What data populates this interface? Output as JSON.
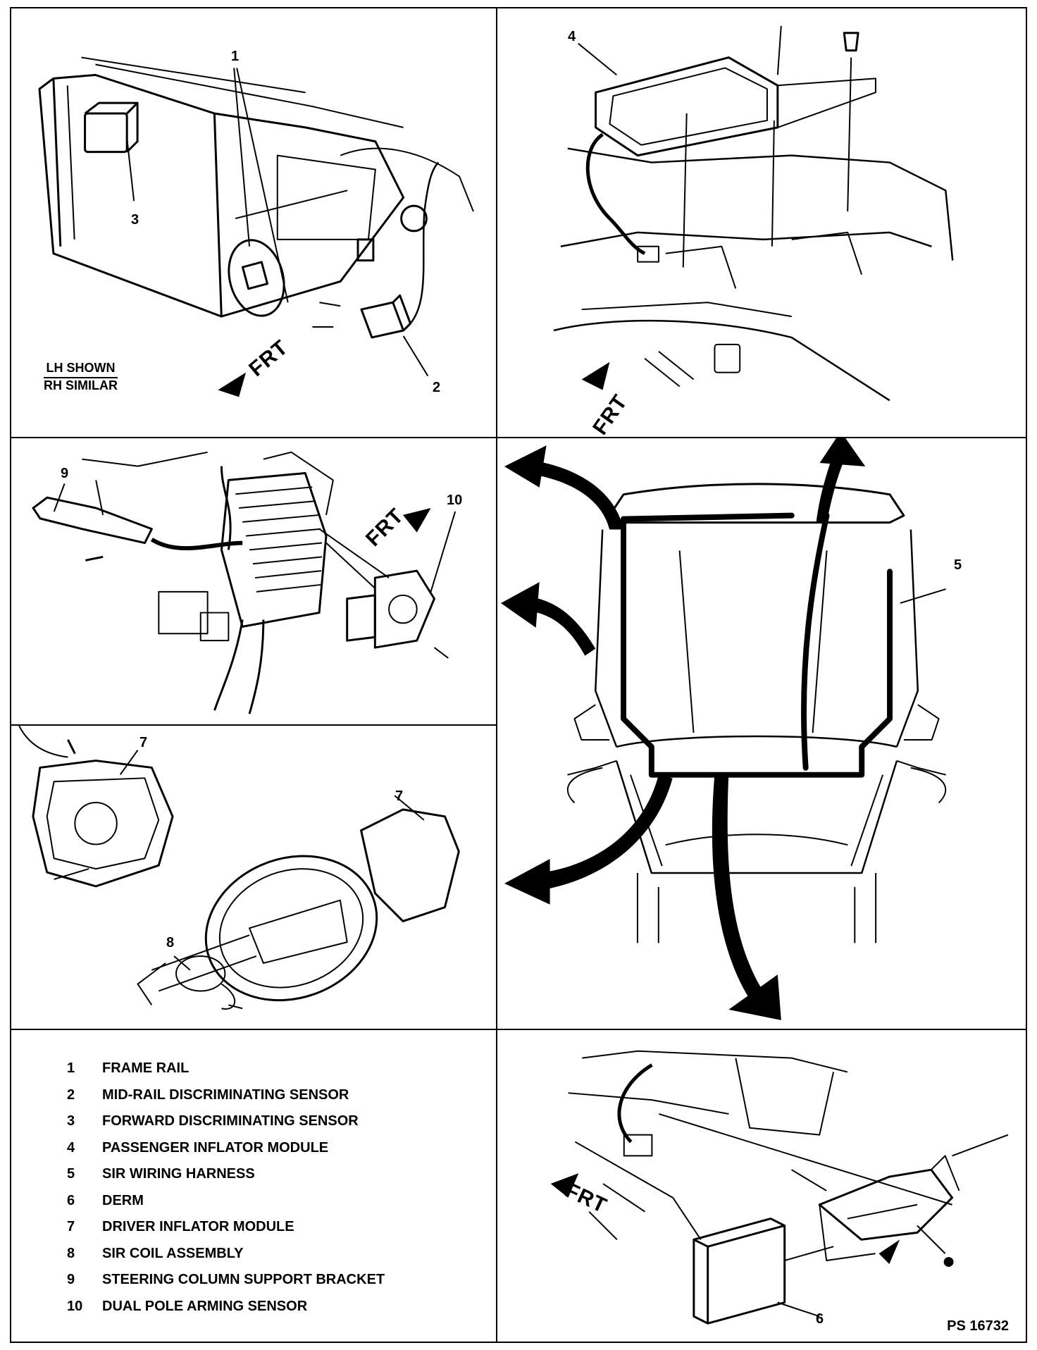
{
  "figure_id": "PS 16732",
  "frt_label": "FRT",
  "note": {
    "top": "LH SHOWN",
    "bottom": "RH SIMILAR"
  },
  "callouts": {
    "c1": "1",
    "c2": "2",
    "c3": "3",
    "c4": "4",
    "c5": "5",
    "c6": "6",
    "c7a": "7",
    "c7b": "7",
    "c8": "8",
    "c9": "9",
    "c10": "10"
  },
  "legend": [
    {
      "num": "1",
      "label": "FRAME RAIL"
    },
    {
      "num": "2",
      "label": "MID-RAIL DISCRIMINATING SENSOR"
    },
    {
      "num": "3",
      "label": "FORWARD DISCRIMINATING SENSOR"
    },
    {
      "num": "4",
      "label": "PASSENGER INFLATOR MODULE"
    },
    {
      "num": "5",
      "label": "SIR WIRING HARNESS"
    },
    {
      "num": "6",
      "label": "DERM"
    },
    {
      "num": "7",
      "label": "DRIVER INFLATOR MODULE"
    },
    {
      "num": "8",
      "label": "SIR COIL ASSEMBLY"
    },
    {
      "num": "9",
      "label": "STEERING COLUMN SUPPORT BRACKET"
    },
    {
      "num": "10",
      "label": "DUAL POLE ARMING SENSOR"
    }
  ]
}
